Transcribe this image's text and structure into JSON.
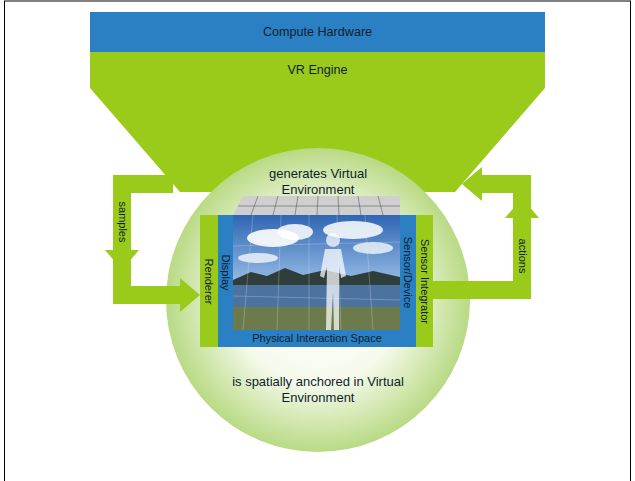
{
  "diagram": {
    "nodes": [
      {
        "text": [
          "Compute Hardware"
        ]
      },
      {
        "text": [
          "VR Engine"
        ]
      },
      {
        "text": [
          "generates Virtual Environment",
          "is spatially anchored in Virtual Environment"
        ]
      },
      {
        "text": [
          "Renderer"
        ],
        "in": 2
      },
      {
        "text": [
          "Display"
        ],
        "in": 2
      },
      {
        "text": [
          "Sensor/Device"
        ],
        "in": 2
      },
      {
        "text": [
          "Sensor Integrator"
        ],
        "in": 2
      },
      {
        "text": [
          "Physical Interaction Space"
        ],
        "in": 2
      }
    ],
    "edges": [
      {
        "from": 1,
        "to": 3,
        "label": "samples",
        "arrow": "to"
      },
      {
        "from": 6,
        "to": 1,
        "label": "actions",
        "arrow": "to"
      }
    ]
  }
}
